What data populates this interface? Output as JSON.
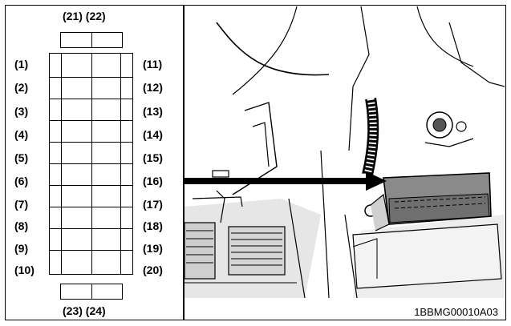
{
  "fuse_box": {
    "left_labels": [
      "(1)",
      "(2)",
      "(3)",
      "(4)",
      "(5)",
      "(6)",
      "(7)",
      "(8)",
      "(9)",
      "(10)"
    ],
    "right_labels": [
      "(11)",
      "(12)",
      "(13)",
      "(14)",
      "(15)",
      "(16)",
      "(17)",
      "(18)",
      "(19)",
      "(20)"
    ],
    "top_labels": "(21) (22)",
    "bottom_labels": "(23) (24)"
  },
  "figure_code": "1BBMG00010A03"
}
